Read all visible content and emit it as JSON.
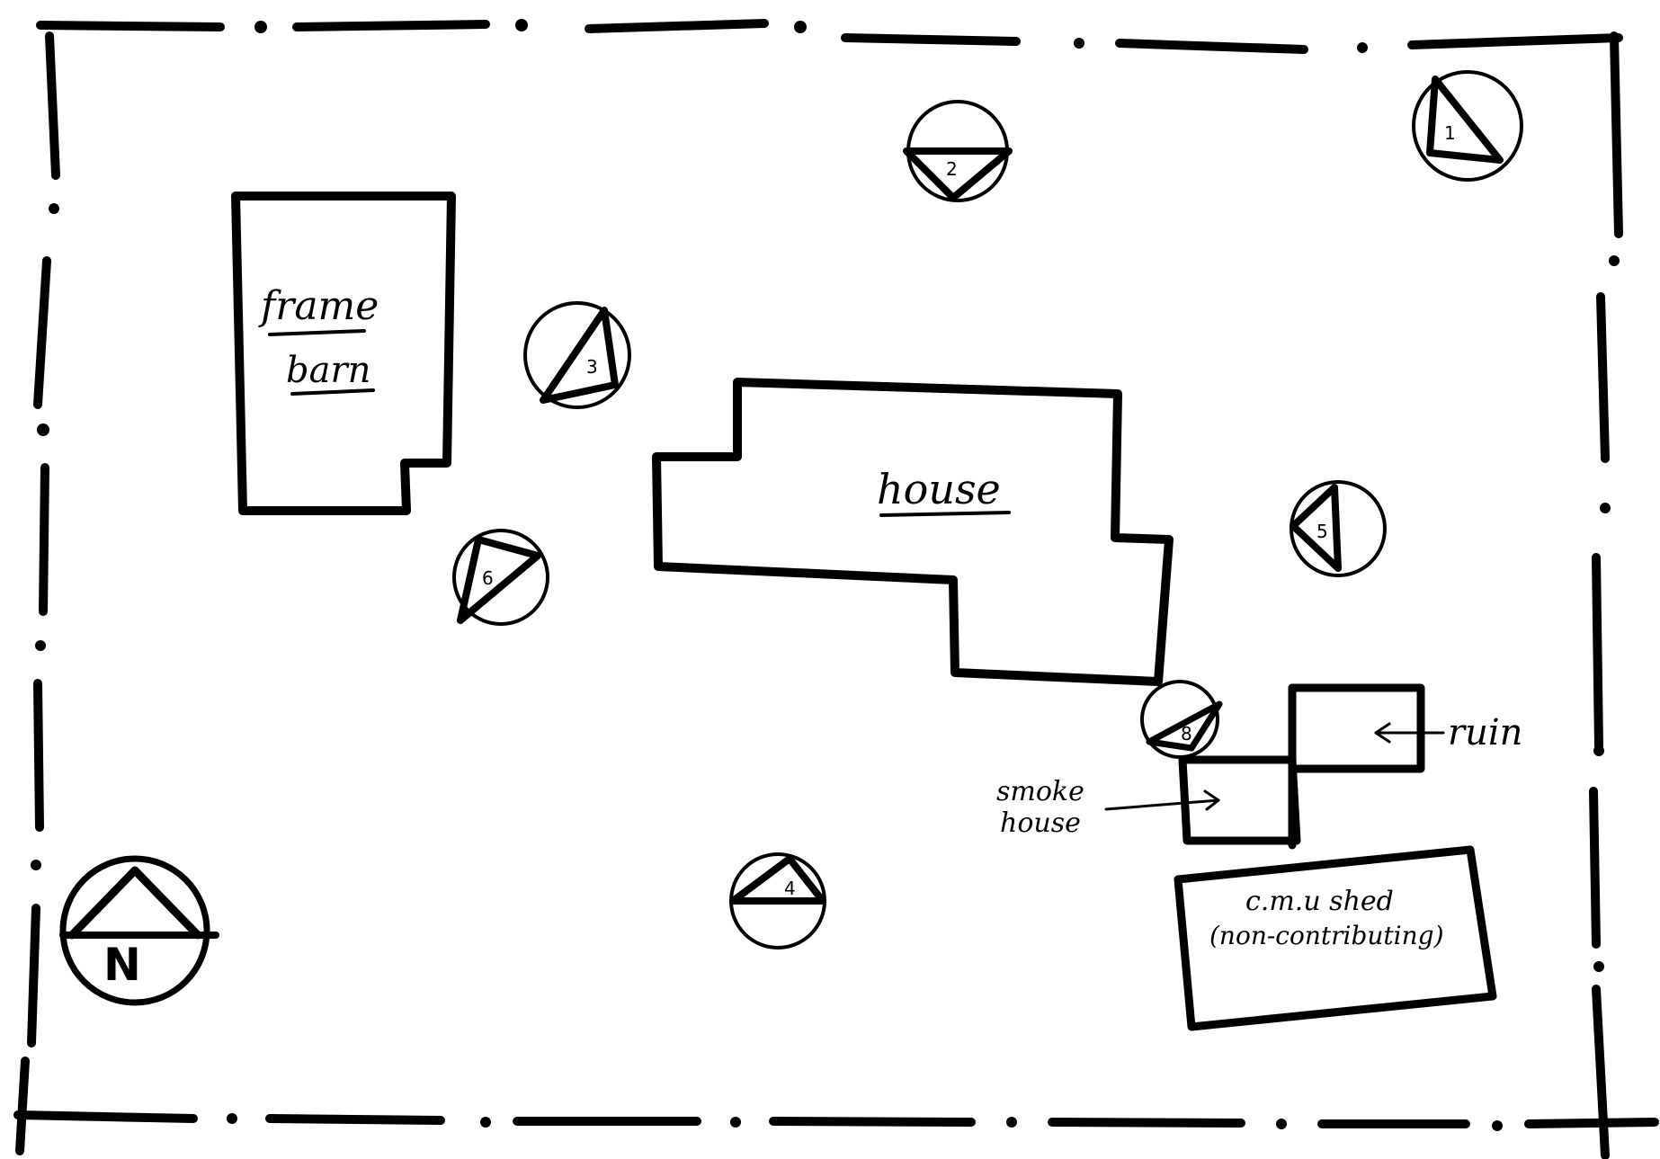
{
  "labels": {
    "barn_line1": "frame",
    "barn_line2": "barn",
    "house": "house",
    "ruin": "ruin",
    "smokehouse_line1": "smoke",
    "smokehouse_line2": "house",
    "shed_line1": "c.m.u shed",
    "shed_line2": "(non-contributing)",
    "north": "N"
  },
  "photo_points": [
    "1",
    "2",
    "3",
    "4",
    "5",
    "6",
    "8"
  ]
}
